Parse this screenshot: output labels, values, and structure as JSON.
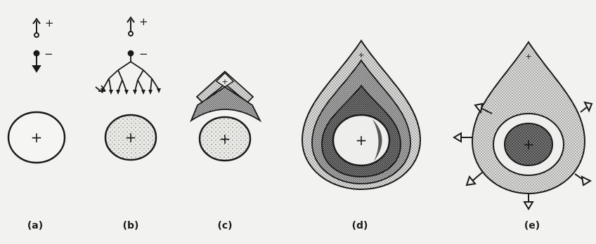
{
  "panels": [
    {
      "id": "a",
      "label": "(a)"
    },
    {
      "id": "b",
      "label": "(b)"
    },
    {
      "id": "c",
      "label": "(c)"
    },
    {
      "id": "d",
      "label": "(d)"
    },
    {
      "id": "e",
      "label": "(e)"
    }
  ],
  "symbols": {
    "plus": "+",
    "minus": "−"
  },
  "colors": {
    "ink": "#1a1a1a",
    "paper": "#f2f2f0",
    "light_shade": "#c8c8c8",
    "mid_shade": "#9a9a9a",
    "dark_shade": "#6a6a6a"
  }
}
